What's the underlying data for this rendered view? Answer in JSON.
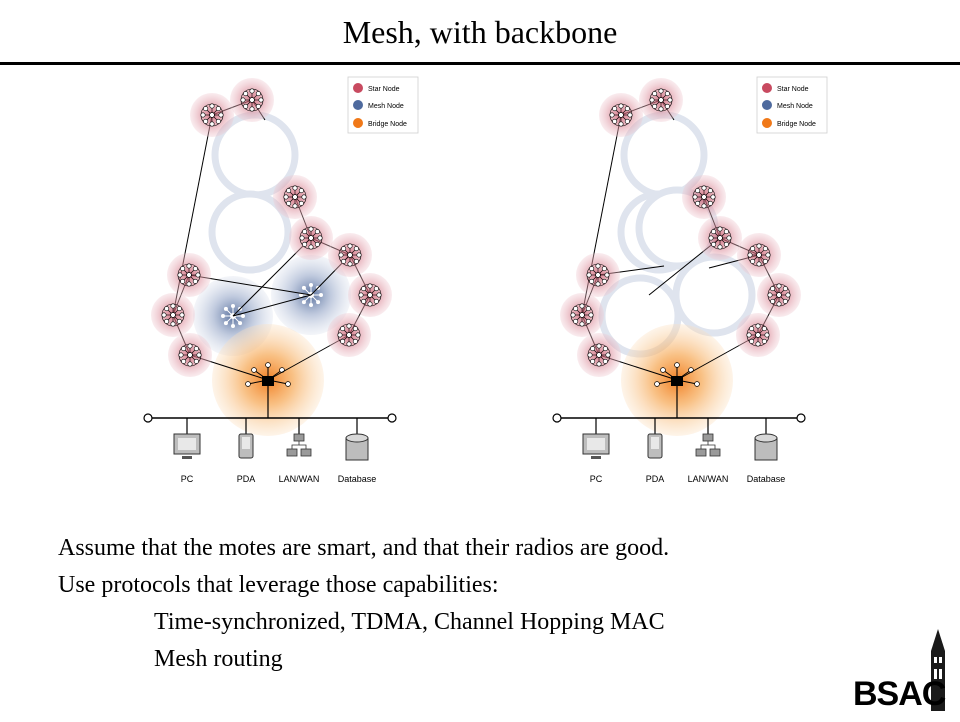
{
  "title": "Mesh, with backbone",
  "legend": {
    "star": "Star Node",
    "mesh": "Mesh Node",
    "bridge": "Bridge Node"
  },
  "devices": {
    "pc": "PC",
    "pda": "PDA",
    "lanwan": "LAN/WAN",
    "database": "Database"
  },
  "body": {
    "line1": "Assume that the motes are smart, and that their radios are good.",
    "line2": "Use protocols that leverage those capabilities:",
    "line3": "Time-synchronized, TDMA, Channel Hopping MAC",
    "line4": "Mesh routing"
  },
  "logo": {
    "text": "BSAC"
  },
  "colors": {
    "star_node": "#d98a9a",
    "mesh_node": "#6f86b3",
    "bridge_node": "#f08a1c",
    "network_line": "#000000"
  }
}
